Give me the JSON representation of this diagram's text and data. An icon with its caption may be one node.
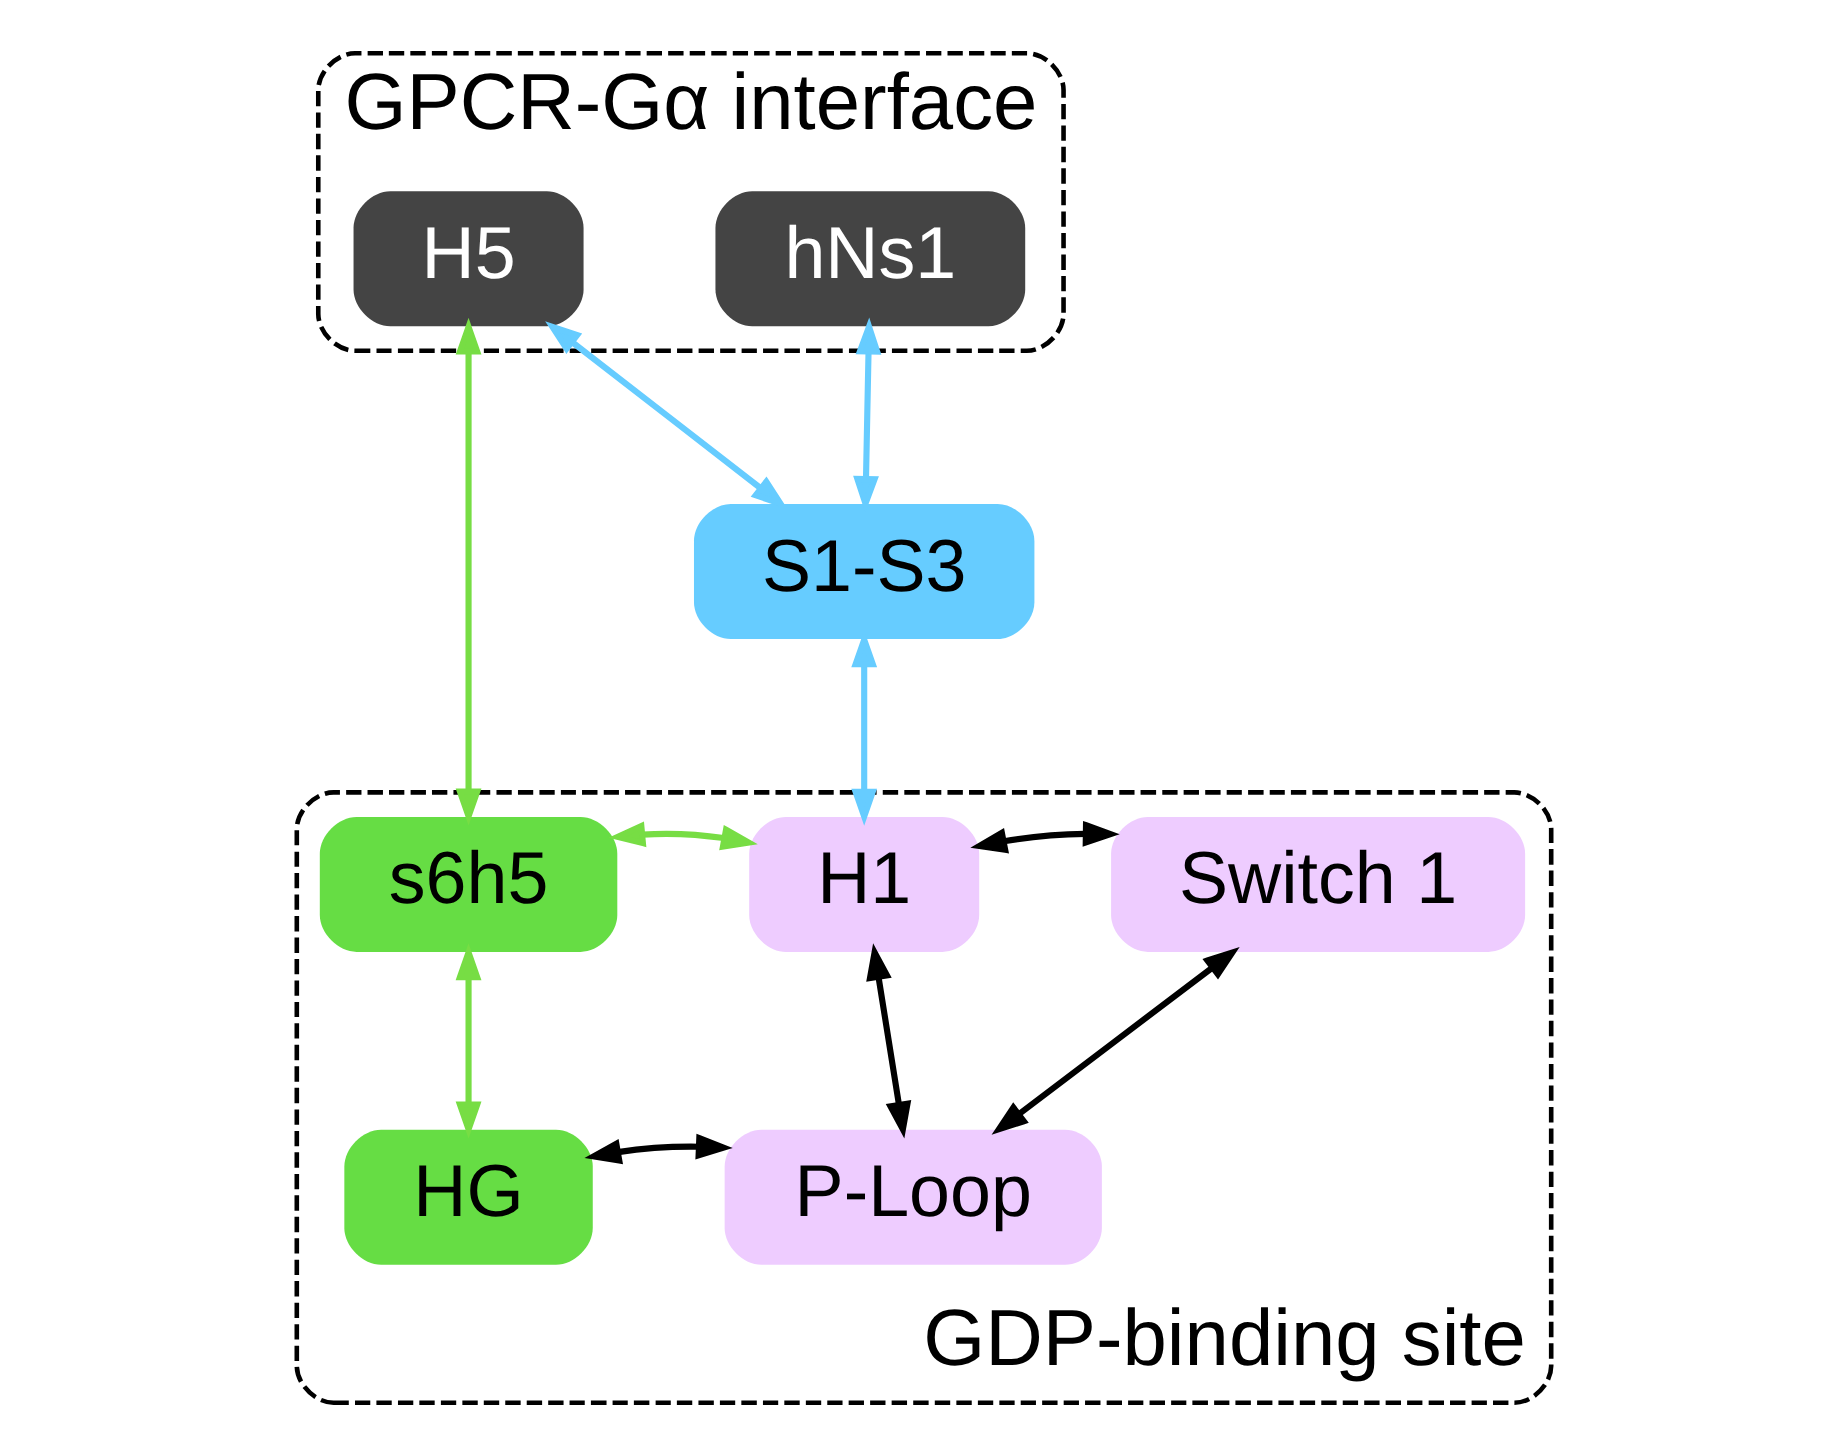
{
  "diagram": {
    "nodes": [
      {
        "text": [
          "GPCR-Gα interface"
        ]
      },
      {
        "text": [
          "H5"
        ],
        "in": 0
      },
      {
        "text": [
          "hNs1"
        ],
        "in": 0
      },
      {
        "text": [
          "S1-S3"
        ]
      },
      {
        "text": [
          "GDP-binding site"
        ]
      },
      {
        "text": [
          "s6h5"
        ],
        "in": 4
      },
      {
        "text": [
          "H1"
        ],
        "in": 4
      },
      {
        "text": [
          "Switch 1"
        ],
        "in": 4
      },
      {
        "text": [
          "HG"
        ],
        "in": 4
      },
      {
        "text": [
          "P-Loop"
        ],
        "in": 4
      }
    ],
    "edges": [
      {
        "from": 1,
        "to": 3,
        "arrow": "both",
        "color": "#66ccff"
      },
      {
        "from": 2,
        "to": 3,
        "arrow": "both",
        "color": "#66ccff"
      },
      {
        "from": 1,
        "to": 5,
        "arrow": "both",
        "color": "#77dd44"
      },
      {
        "from": 3,
        "to": 6,
        "arrow": "both",
        "color": "#66ccff"
      },
      {
        "from": 5,
        "to": 6,
        "arrow": "both",
        "color": "#77dd44"
      },
      {
        "from": 6,
        "to": 7,
        "arrow": "both"
      },
      {
        "from": 5,
        "to": 8,
        "arrow": "both",
        "color": "#77dd44"
      },
      {
        "from": 6,
        "to": 9,
        "arrow": "both"
      },
      {
        "from": 7,
        "to": 9,
        "arrow": "both"
      },
      {
        "from": 8,
        "to": 9,
        "arrow": "both"
      }
    ]
  }
}
